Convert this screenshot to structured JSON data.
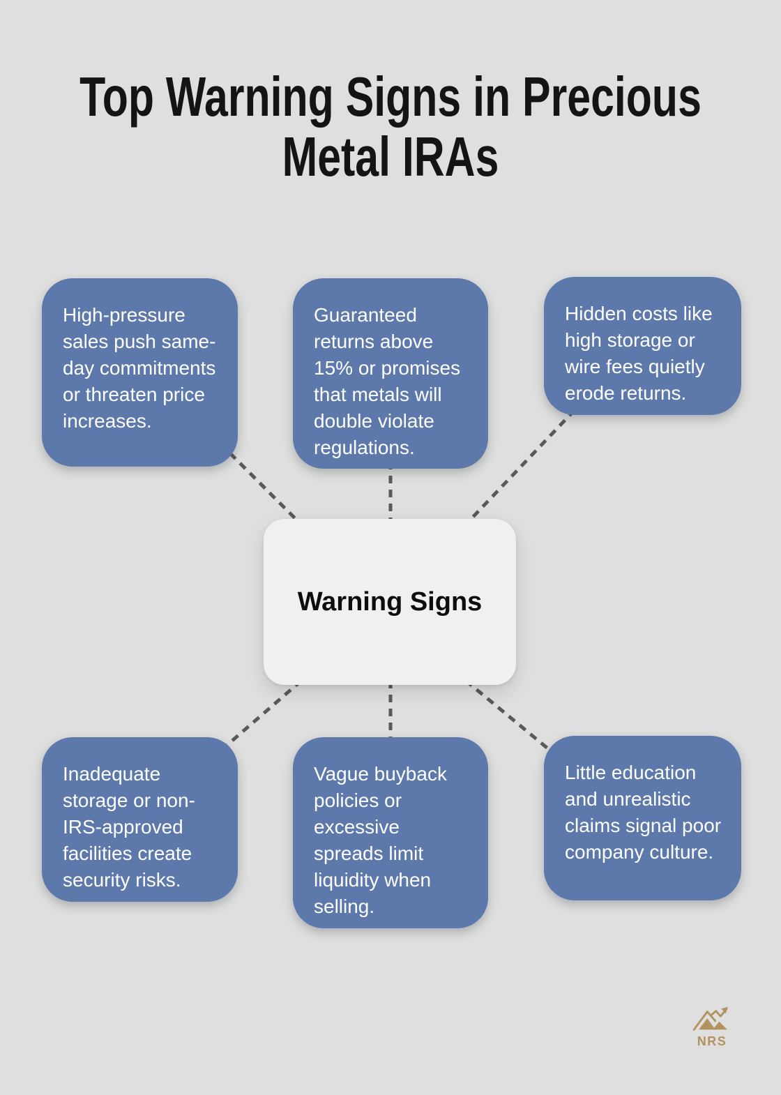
{
  "title": "Top Warning Signs in Precious Metal IRAs",
  "center": {
    "label": "Warning Signs"
  },
  "nodes": [
    {
      "position": "top-left",
      "text": "High-pressure sales push same-day commitments or threaten price increases."
    },
    {
      "position": "top-middle",
      "text": "Guaranteed returns above 15% or promises that metals will double violate regulations."
    },
    {
      "position": "top-right",
      "text": "Hidden costs like high storage or wire fees quietly erode returns."
    },
    {
      "position": "bottom-left",
      "text": "Inadequate storage or non-IRS-approved facilities create security risks."
    },
    {
      "position": "bottom-middle",
      "text": "Vague buyback policies or excessive spreads limit liquidity when selling."
    },
    {
      "position": "bottom-right",
      "text": "Little education and unrealistic claims signal poor company culture."
    }
  ],
  "logo": {
    "text": "NRS",
    "icon": "mountain-arrow-icon"
  },
  "colors": {
    "background": "#dedfde",
    "node_fill": "#5d78ab",
    "node_text": "#ffffff",
    "center_fill": "#f0f0f2",
    "center_text": "#0d0d0d",
    "connector": "#595959",
    "title_text": "#141414",
    "logo_gold": "#b2925f"
  }
}
